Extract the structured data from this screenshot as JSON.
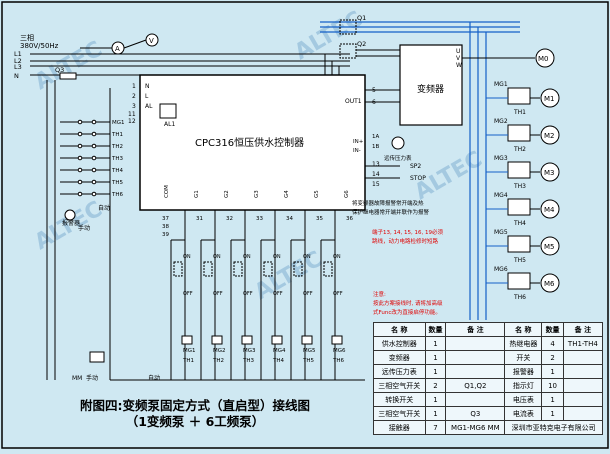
{
  "supply": {
    "phase": "三相",
    "voltage": "380V/50Hz",
    "lines": [
      "L1",
      "L2",
      "L3",
      "N"
    ]
  },
  "meters": {
    "ammeter": "A",
    "voltmeter": "V"
  },
  "breakers": {
    "q1": "Q1",
    "q2": "Q2",
    "q3": "Q3"
  },
  "inverter": {
    "label": "变频器",
    "out_terminals": [
      "U",
      "V",
      "W"
    ]
  },
  "motor_main": "M0",
  "controller": {
    "title": "CPC316恒压供水控制器",
    "left_terminals": [
      "1",
      "2",
      "3",
      "11",
      "12"
    ],
    "left_pins": [
      "N",
      "L",
      "AL"
    ],
    "relay_label": "AL1",
    "out1": "OUT1",
    "out_pins": [
      "5",
      "6"
    ],
    "in_pins": [
      "1A",
      "1B"
    ],
    "in_labels": [
      "IN+",
      "IN-"
    ],
    "pressure_gauge": "远传压力表",
    "sp_terminals": [
      "13",
      "14",
      "15"
    ],
    "sp_labels": [
      "SP2",
      "STOP"
    ],
    "bottom_labels": [
      "COM",
      "G1",
      "G2",
      "G3",
      "G4",
      "G5",
      "G6"
    ],
    "bottom_terminals": [
      "37",
      "38",
      "39",
      "31",
      "32",
      "33",
      "34",
      "35",
      "36"
    ]
  },
  "notes": {
    "note1": "将变频器故障报警常开端及热",
    "note2": "保护继电器常开端并联作为报警",
    "note3": "端子13, 14, 15, 16, 19必须",
    "note4": "跳线，动力电路检修时短路",
    "note5": "注意:",
    "note6": "按此方案接线时, 请将加高级",
    "note7": "式Func改为直接启停功能。"
  },
  "thermal": {
    "labels": [
      "TH1",
      "TH2",
      "TH3",
      "TH4",
      "TH5",
      "TH6"
    ],
    "alarm_label": "报警器"
  },
  "mg_side": {
    "labels": [
      "MG1",
      "MG2",
      "MG3",
      "MG4",
      "MG5",
      "MG6"
    ],
    "motors": [
      "M1",
      "M2",
      "M3",
      "M4",
      "M5",
      "M6"
    ]
  },
  "bottom": {
    "auto": "自动",
    "manual": "手动",
    "mm": "MM",
    "on": "ON",
    "off": "OFF",
    "mg_labels": [
      "MG1",
      "MG2",
      "MG3",
      "MG4",
      "MG5",
      "MG6"
    ],
    "th_labels": [
      "TH1",
      "TH2",
      "TH3",
      "TH4",
      "TH5",
      "TH6"
    ]
  },
  "watermark": "ALTEC",
  "caption": {
    "line1": "附图四:变频泵固定方式（直启型）接线图",
    "line2": "（1变频泵 ＋ 6工频泵）"
  },
  "table": {
    "header": [
      "名 称",
      "数量",
      "备 注",
      "名 称",
      "数量",
      "备 注"
    ],
    "rows": [
      [
        "供水控制器",
        "1",
        "",
        "热继电器",
        "4",
        "TH1-TH4"
      ],
      [
        "变频器",
        "1",
        "",
        "开关",
        "2",
        ""
      ],
      [
        "远传压力表",
        "1",
        "",
        "报警器",
        "1",
        ""
      ],
      [
        "三相空气开关",
        "2",
        "Q1,Q2",
        "指示灯",
        "10",
        ""
      ],
      [
        "转换开关",
        "1",
        "",
        "电压表",
        "1",
        ""
      ],
      [
        "三相空气开关",
        "1",
        "Q3",
        "电流表",
        "1",
        ""
      ],
      [
        "接触器",
        "7",
        "MG1-MG6 MM",
        "深圳市亚特克电子有限公司",
        "",
        ""
      ]
    ]
  },
  "colors": {
    "bg": "#cfe8f2",
    "line": "#000000",
    "blue": "#1560c8",
    "red": "#e00000",
    "watermark": "#9dc4de"
  }
}
